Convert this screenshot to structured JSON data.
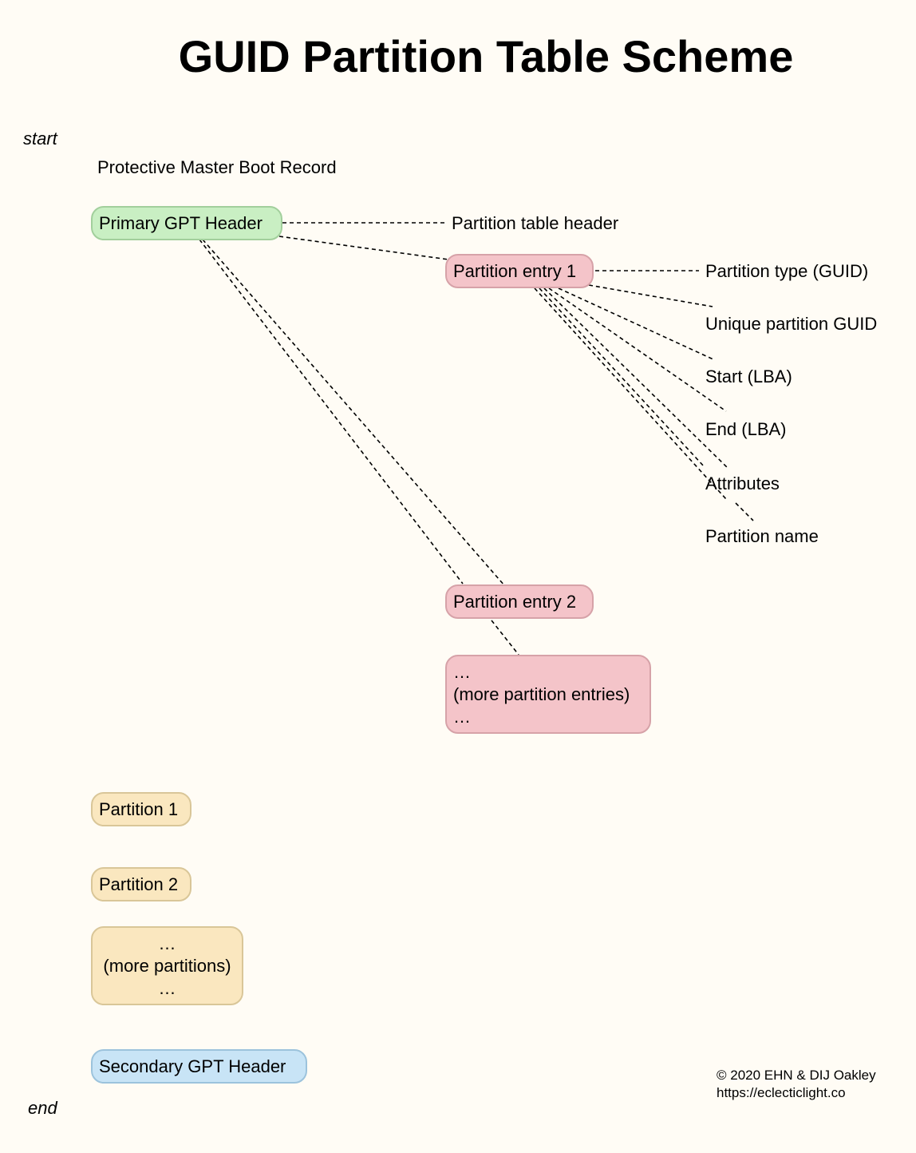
{
  "title": "GUID Partition Table Scheme",
  "start_label": "start",
  "end_label": "end",
  "protective_mbr": "Protective Master Boot Record",
  "primary_header": "Primary GPT Header",
  "partition_table_header": "Partition table header",
  "partition_entry_1": "Partition entry 1",
  "partition_entry_2": "Partition entry 2",
  "more_entries": {
    "line1": "…",
    "line2": "(more partition entries)",
    "line3": "…"
  },
  "entry_fields": [
    "Partition type (GUID)",
    "Unique partition GUID",
    "Start (LBA)",
    "End (LBA)",
    "Attributes",
    "Partition name"
  ],
  "partition_1": "Partition 1",
  "partition_2": "Partition 2",
  "more_partitions": {
    "line1": "…",
    "line2": "(more partitions)",
    "line3": "…"
  },
  "secondary_header": "Secondary GPT Header",
  "copyright": {
    "line1": "© 2020 EHN & DIJ Oakley",
    "line2": "https://eclecticlight.co"
  },
  "colors": {
    "background": "#fffcf5",
    "header_green": "#c9efc3",
    "entry_pink": "#f4c4c9",
    "partition_yellow": "#fae7bf",
    "secondary_blue": "#c8e4f6"
  }
}
